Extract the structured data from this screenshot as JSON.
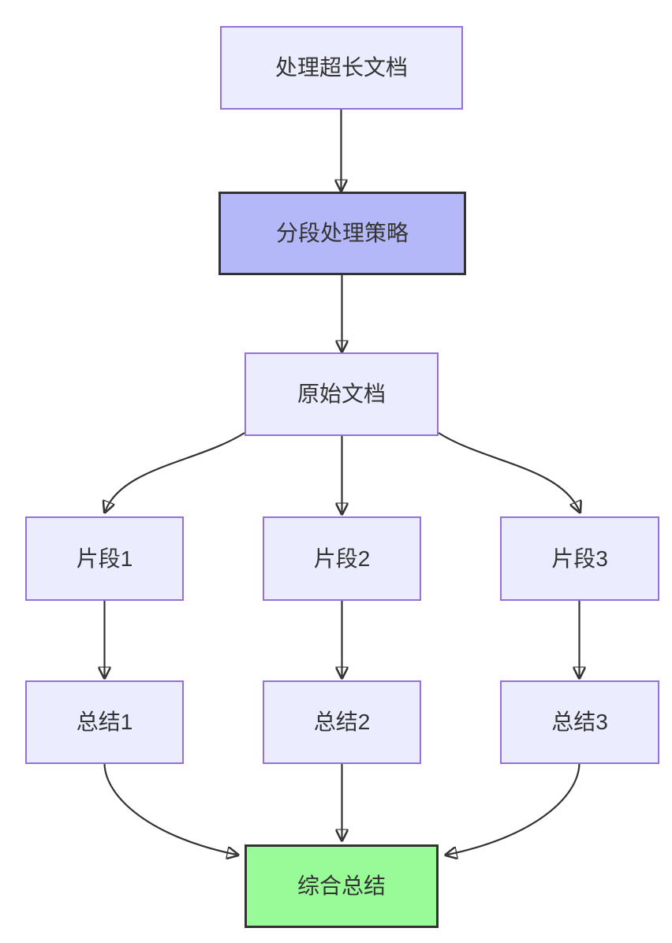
{
  "diagram": {
    "type": "flowchart",
    "direction": "top-down",
    "nodes": [
      {
        "id": "A",
        "label": "处理超长文档",
        "style": "default"
      },
      {
        "id": "B",
        "label": "分段处理策略",
        "style": "highlight"
      },
      {
        "id": "C",
        "label": "原始文档",
        "style": "default"
      },
      {
        "id": "D",
        "label": "片段1",
        "style": "default"
      },
      {
        "id": "E",
        "label": "片段2",
        "style": "default"
      },
      {
        "id": "F",
        "label": "片段3",
        "style": "default"
      },
      {
        "id": "G",
        "label": "总结1",
        "style": "default"
      },
      {
        "id": "H",
        "label": "总结2",
        "style": "default"
      },
      {
        "id": "I",
        "label": "总结3",
        "style": "default"
      },
      {
        "id": "J",
        "label": "综合总结",
        "style": "result"
      }
    ],
    "edges": [
      {
        "from": "处理超长文档",
        "to": "分段处理策略"
      },
      {
        "from": "分段处理策略",
        "to": "原始文档"
      },
      {
        "from": "原始文档",
        "to": "片段1"
      },
      {
        "from": "原始文档",
        "to": "片段2"
      },
      {
        "from": "原始文档",
        "to": "片段3"
      },
      {
        "from": "片段1",
        "to": "总结1"
      },
      {
        "from": "片段2",
        "to": "总结2"
      },
      {
        "from": "片段3",
        "to": "总结3"
      },
      {
        "from": "总结1",
        "to": "综合总结"
      },
      {
        "from": "总结2",
        "to": "综合总结"
      },
      {
        "from": "总结3",
        "to": "综合总结"
      }
    ],
    "colors": {
      "node_fill": "#ececff",
      "node_border": "#9370db",
      "highlight_fill": "#b5b8f8",
      "highlight_border": "#333333",
      "result_fill": "#98fb98",
      "result_border": "#333333",
      "edge": "#333333",
      "text": "#333333",
      "background": "#ffffff"
    }
  }
}
